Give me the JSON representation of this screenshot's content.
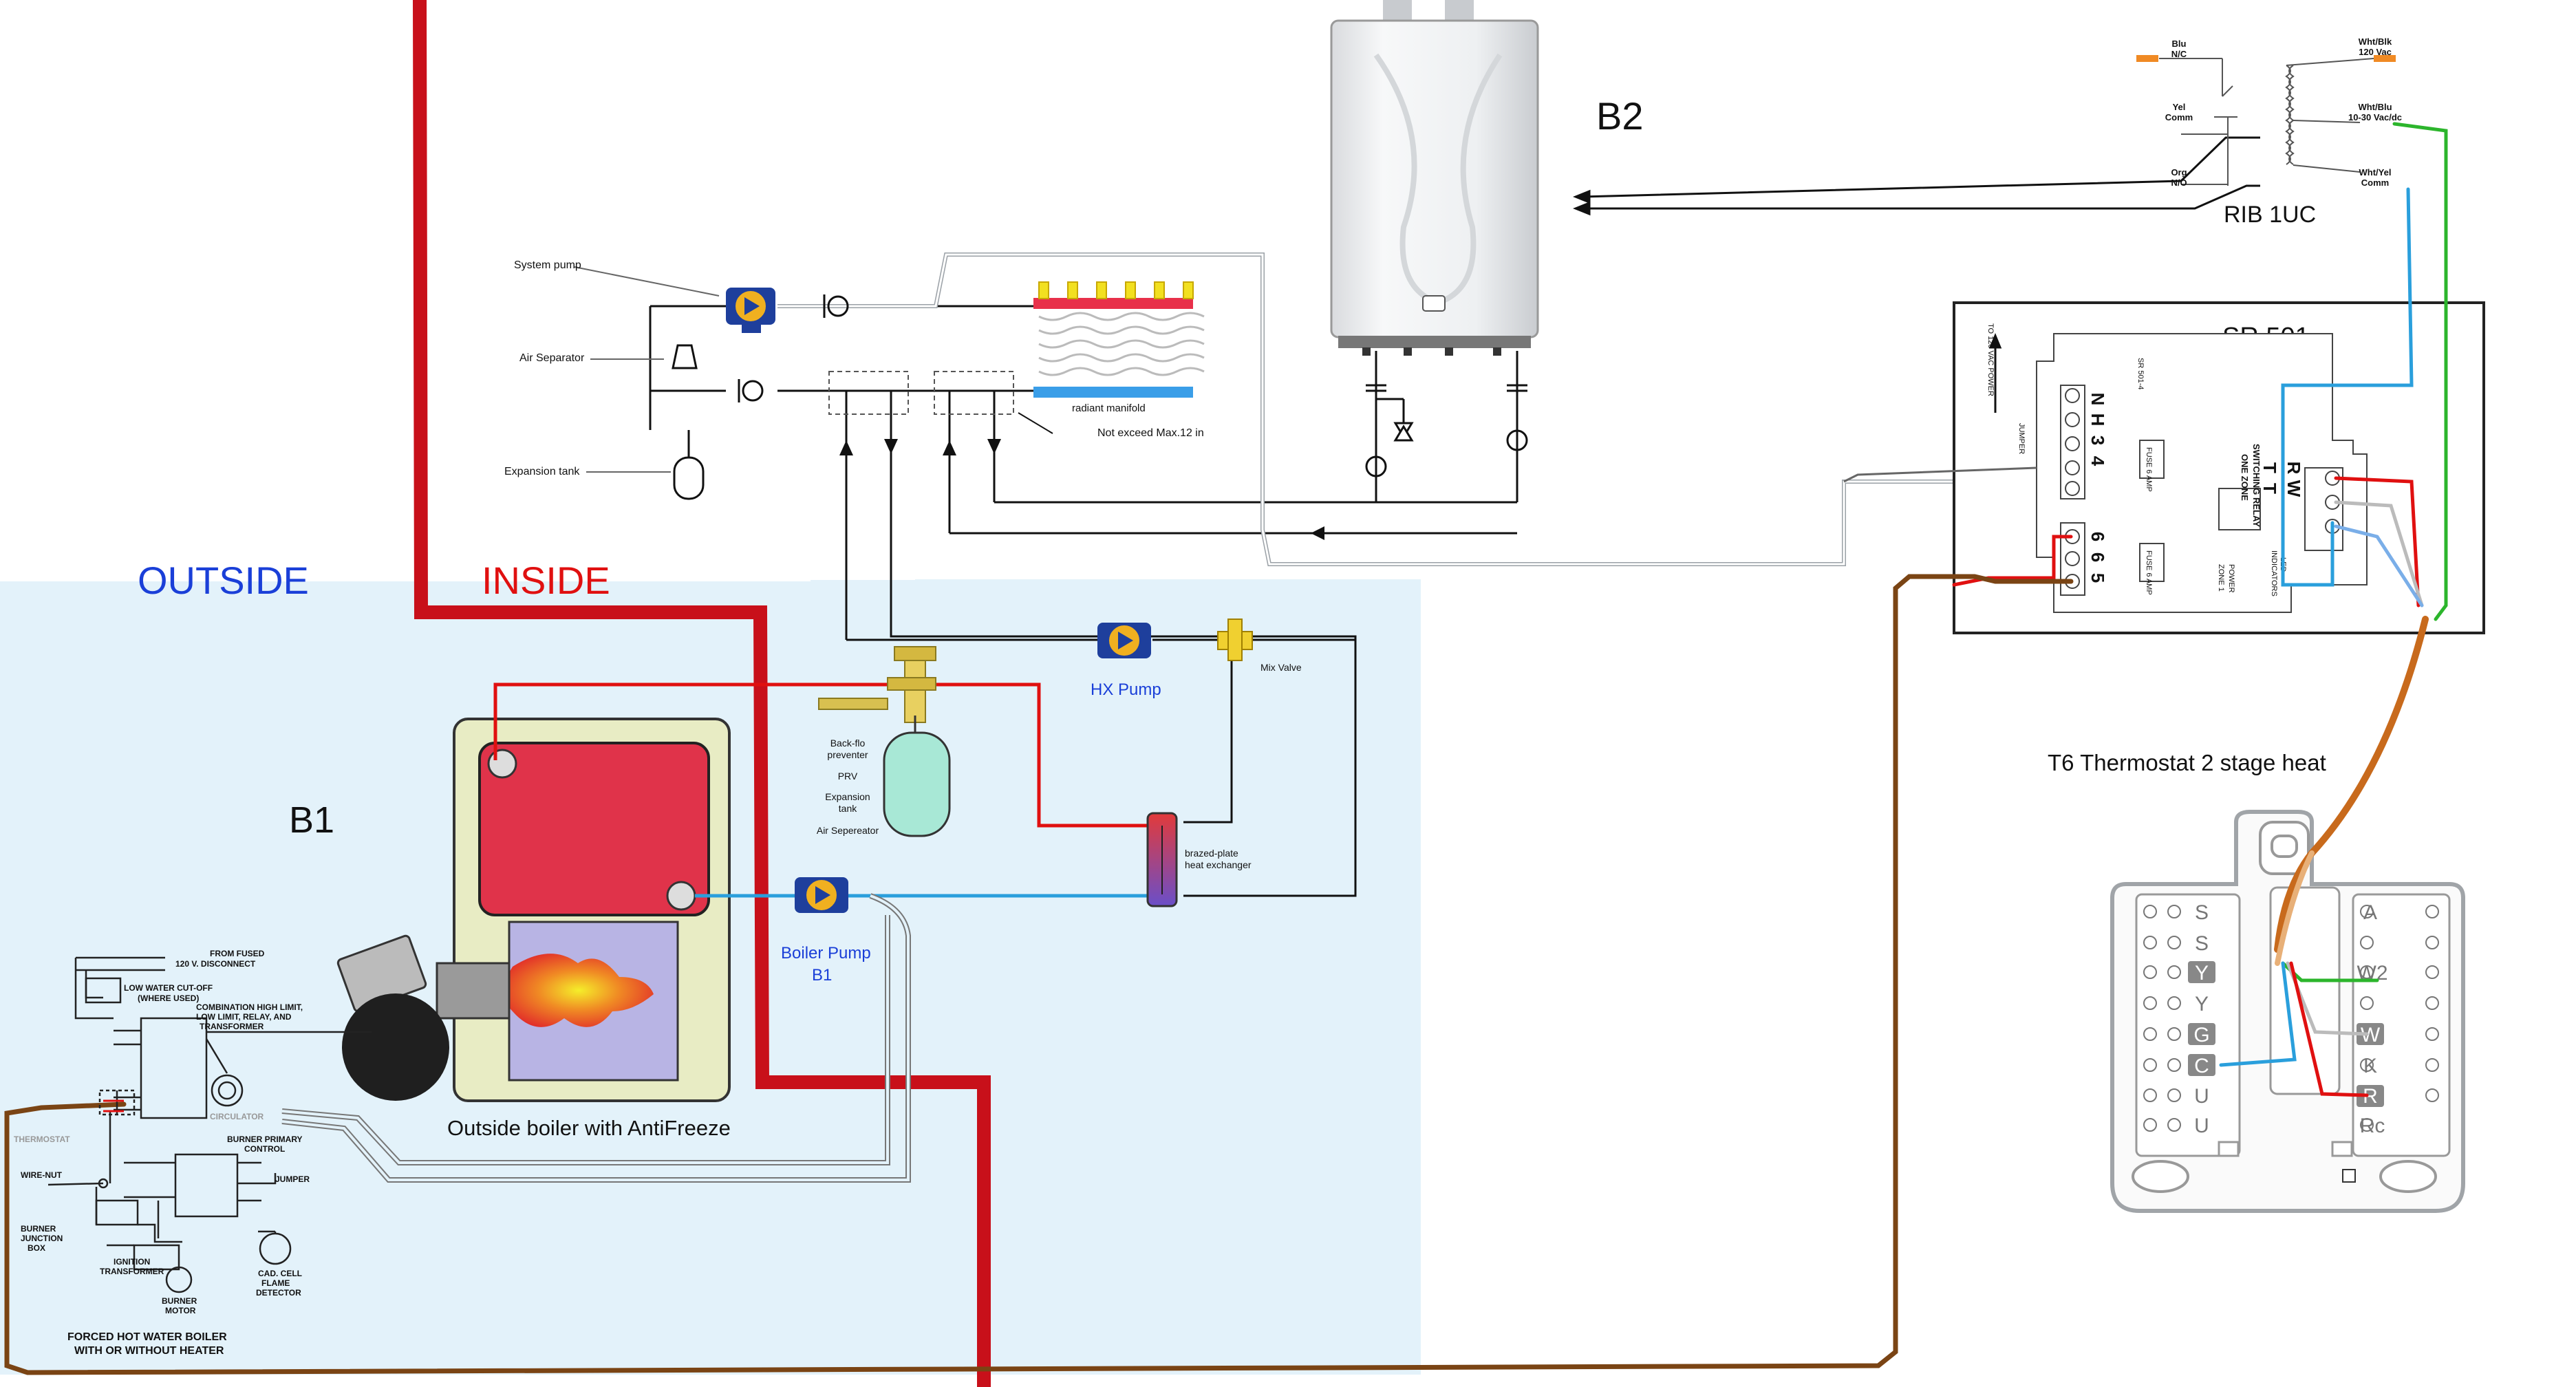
{
  "zones": {
    "outside": "OUTSIDE",
    "inside": "INSIDE"
  },
  "boilers": {
    "b1": "B1",
    "b2": "B2",
    "outside_boiler_caption": "Outside boiler with AntiFreeze"
  },
  "piping_labels": {
    "system_pump": "System pump",
    "air_separator": "Air Separator",
    "expansion_tank": "Expansion tank",
    "radiant_manifold": "radiant manifold",
    "not_exceed": "Not exceed Max.12 in",
    "hx_pump": "HX Pump",
    "mix_valve": "Mix Valve",
    "backflow_preventer_1": "Back-flo",
    "backflow_preventer_2": "preventer",
    "prv": "PRV",
    "expansion_tank_2a": "Expansion",
    "expansion_tank_2b": "tank",
    "air_separator_2": "Air Sepereator",
    "heat_exchanger_1": "brazed-plate",
    "heat_exchanger_2": "heat exchanger",
    "boiler_pump": "Boiler Pump",
    "boiler_pump_b1": "B1"
  },
  "rib": {
    "title": "RIB 1UC",
    "blu_nc_1": "Blu",
    "blu_nc_2": "N/C",
    "yel_comm_1": "Yel",
    "yel_comm_2": "Comm",
    "org_no_1": "Org",
    "org_no_2": "N/O",
    "wht_blk_1": "Wht/Blk",
    "wht_blk_2": "120 Vac",
    "wht_blu_1": "Wht/Blu",
    "wht_blu_2": "10-30 Vac/dc",
    "wht_yel_1": "Wht/Yel",
    "wht_yel_2": "Comm"
  },
  "sr501": {
    "title": "SR 501",
    "model": "SR 501-4",
    "device_name_1": "ONE ZONE",
    "device_name_2": "SWITCHING RELAY",
    "to_power": "TO 120 VAC POWER",
    "jumper": "JUMPER",
    "fuse": "FUSE 6 AMP",
    "led": "LED",
    "indicators": "INDICATORS",
    "power": "POWER",
    "zone": "ZONE 1",
    "term_n": "N",
    "term_h": "H",
    "term_3": "3",
    "term_4": "4",
    "term_5": "5",
    "term_6": "6",
    "term_r": "R",
    "term_w": "W",
    "term_t": "T"
  },
  "thermostat": {
    "title": "T6 Thermostat 2 stage heat",
    "left_terminals": [
      "S",
      "S",
      "Y",
      "Y",
      "G",
      "C",
      "U",
      "U"
    ],
    "right_terminals": [
      "A",
      "W2",
      "W",
      "K",
      "R",
      "Rc"
    ]
  },
  "wiring_schematic": {
    "from_fused_1": "FROM FUSED",
    "from_fused_2": "120 V. DISCONNECT",
    "low_water_1": "LOW WATER CUT-OFF",
    "low_water_2": "(WHERE USED)",
    "combination_1": "COMBINATION HIGH LIMIT,",
    "combination_2": "LOW LIMIT, RELAY, AND",
    "combination_3": "TRANSFORMER",
    "burner_primary_1": "BURNER PRIMARY",
    "burner_primary_2": "CONTROL",
    "circulator": "CIRCULATOR",
    "thermostat": "THERMOSTAT",
    "jumper": "JUMPER",
    "wire_nut": "WIRE-NUT",
    "burner_junction_1": "BURNER",
    "burner_junction_2": "JUNCTION",
    "burner_junction_3": "BOX",
    "ignition_1": "IGNITION",
    "ignition_2": "TRANSFORMER",
    "burner_motor_1": "BURNER",
    "burner_motor_2": "MOTOR",
    "cad_cell_1": "CAD. CELL",
    "cad_cell_2": "FLAME",
    "cad_cell_3": "DETECTOR",
    "caption_1": "FORCED HOT WATER BOILER",
    "caption_2": "WITH OR WITHOUT HEATER"
  },
  "colors": {
    "outside_bg": "#e3f2fa",
    "red_line": "#c8101a",
    "blue_text": "#1a3fd8",
    "inside_red_text": "#e01010",
    "brown_wire": "#7a4414",
    "orange_wire": "#c86a1c",
    "blue_wire": "#2a9fdc",
    "green_wire": "#2cb52c",
    "boiler_red": "#e0334a",
    "boiler_body": "#e8ecc4"
  }
}
